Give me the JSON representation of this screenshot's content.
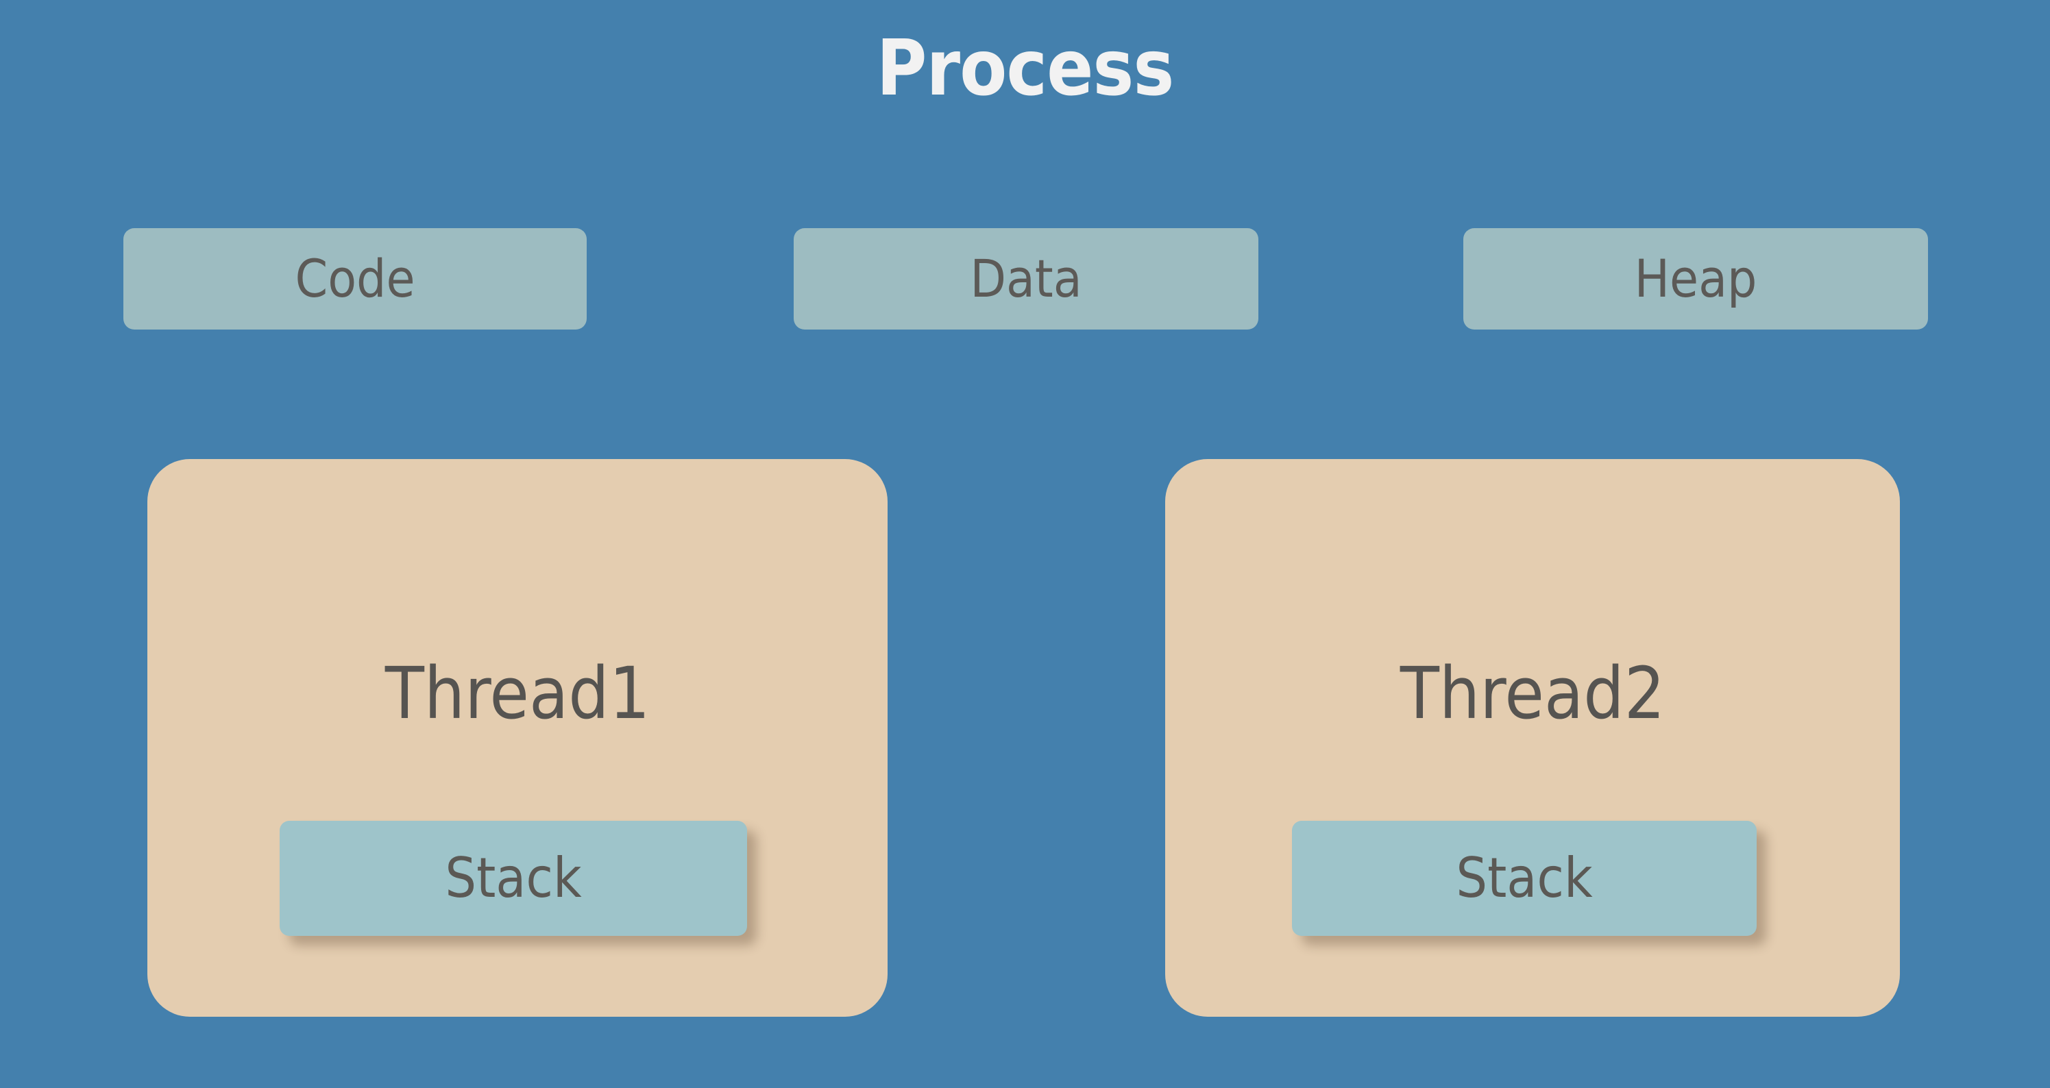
{
  "diagram": {
    "title": "Process",
    "background_color": "#4480ad",
    "title_color": "#f2f2f2",
    "segment_color": "#9dbcc1",
    "thread_color": "#e4cdb0",
    "stack_color": "#9ec4ca",
    "text_color": "#565451"
  },
  "segments": [
    {
      "label": "Code"
    },
    {
      "label": "Data"
    },
    {
      "label": "Heap"
    }
  ],
  "threads": [
    {
      "label": "Thread1",
      "stack_label": "Stack"
    },
    {
      "label": "Thread2",
      "stack_label": "Stack"
    }
  ]
}
